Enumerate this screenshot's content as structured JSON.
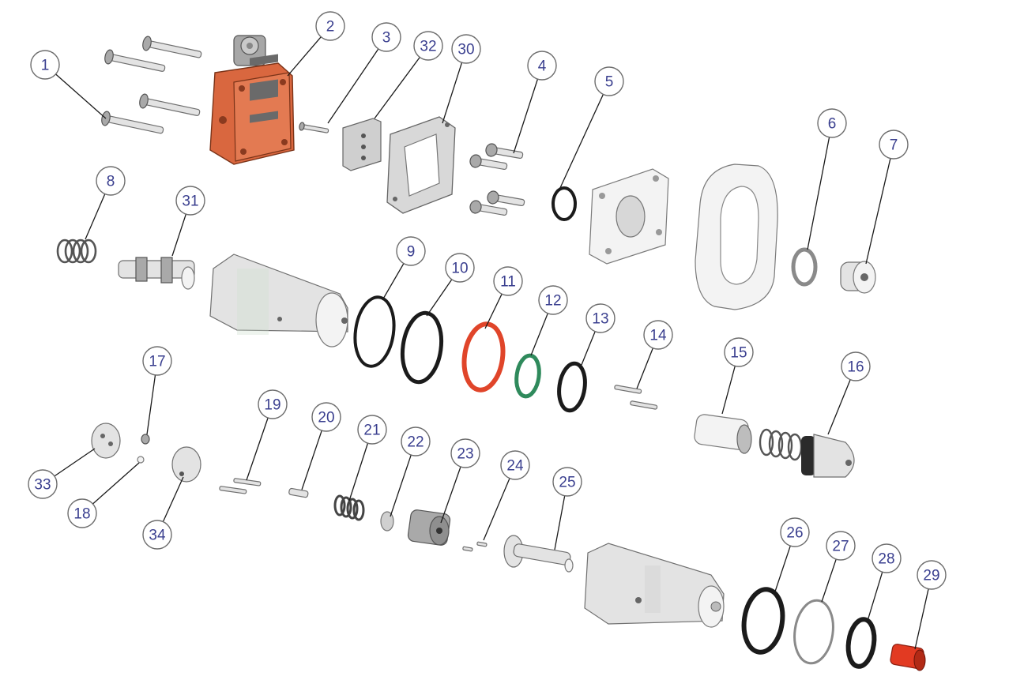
{
  "colors": {
    "callout_text": "#3a3f8f",
    "orange_body": "#d9673f",
    "oring_black": "#1b1b1b",
    "oring_red": "#e0452a",
    "oring_green": "#2f8a5c",
    "bushing_red": "#e23a22"
  },
  "callouts": [
    {
      "label": "1"
    },
    {
      "label": "2"
    },
    {
      "label": "3"
    },
    {
      "label": "32"
    },
    {
      "label": "30"
    },
    {
      "label": "4"
    },
    {
      "label": "5"
    },
    {
      "label": "6"
    },
    {
      "label": "7"
    },
    {
      "label": "8"
    },
    {
      "label": "31"
    },
    {
      "label": "9"
    },
    {
      "label": "10"
    },
    {
      "label": "11"
    },
    {
      "label": "12"
    },
    {
      "label": "13"
    },
    {
      "label": "14"
    },
    {
      "label": "15"
    },
    {
      "label": "16"
    },
    {
      "label": "17"
    },
    {
      "label": "33"
    },
    {
      "label": "18"
    },
    {
      "label": "34"
    },
    {
      "label": "19"
    },
    {
      "label": "20"
    },
    {
      "label": "21"
    },
    {
      "label": "22"
    },
    {
      "label": "23"
    },
    {
      "label": "24"
    },
    {
      "label": "25"
    },
    {
      "label": "26"
    },
    {
      "label": "27"
    },
    {
      "label": "28"
    },
    {
      "label": "29"
    }
  ]
}
